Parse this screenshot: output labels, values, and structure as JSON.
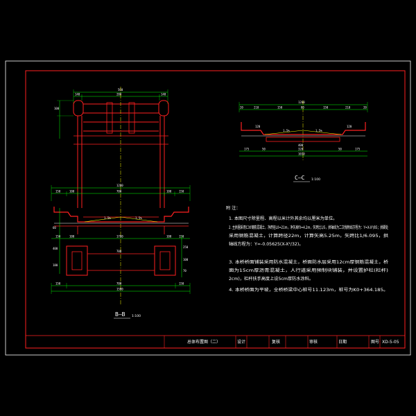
{
  "drawing": {
    "title": "总体布置图（二）",
    "drawing_no_label": "图号",
    "drawing_no": "XD-5-05",
    "design_label": "设计",
    "review_label": "复核",
    "check_label": "审核",
    "date_label": "日期"
  },
  "sections": {
    "bb_label": "B—B",
    "bb_scale": "1:100",
    "cc_label": "C—C",
    "cc_scale": "1:100"
  },
  "notes": {
    "heading": "附 注：",
    "items": [
      "1. 本图尺寸除里程、高程以米计外其余均以厘米为单位。",
      "2. 主拱圈采用C30钢筋混凝土，净跨径L0=21m，净矢高f0=4.2m，矢跨比1/5，拱轴线为二次抛物线方程为：Y=X-X²/85；拱脚处",
      "   采用钢筋混凝土，计算跨径22m，计算矢高5.25m，矢跨比1/6.095，拱",
      "   轴线方程为：Y=-0.05625(X-X²/32)。",
      "3. 本桥桥面铺装采用防水混凝土，桥面防水层采用12cm厚钢筋混凝土，桥",
      "   面为15cm厚沥青混凝土，人行道采用预制块铺装，并设置护栏(栏杆)",
      "   2cm)，栏杆扶手高度上设5cm厚防水涂料。",
      "4. 本桥桥面为平坡，全桥桥梁中心桩号11.123m，桩号为K0+364.185。"
    ]
  },
  "dims": {
    "top_overall": "560",
    "top_segs": [
      "140",
      "280",
      "140"
    ],
    "bb_mid_overall": "1200",
    "bb_mid_segs": [
      "150",
      "100",
      "700",
      "100",
      "150"
    ],
    "bb_deck": "1700",
    "bb_base_overall": "1500",
    "bb_base_segs": [
      "150",
      "100",
      "700",
      "100",
      "150"
    ],
    "bb_ground": "700",
    "cc_top_overall": "1200",
    "cc_top_segs": [
      "20",
      "210",
      "150",
      "80",
      "150",
      "210",
      "20"
    ],
    "cc_deck": "120",
    "cc_deck_mid": "400",
    "cc_bottom_overall": "1030",
    "cc_bottom_segs": [
      "175",
      "50",
      "320",
      "50",
      "175"
    ],
    "slope_a": "1.5%",
    "slope_b": "1.5%",
    "left_heights": [
      "100",
      "60",
      "400",
      "180"
    ],
    "right_heights": [
      "250",
      "100",
      "70"
    ]
  }
}
